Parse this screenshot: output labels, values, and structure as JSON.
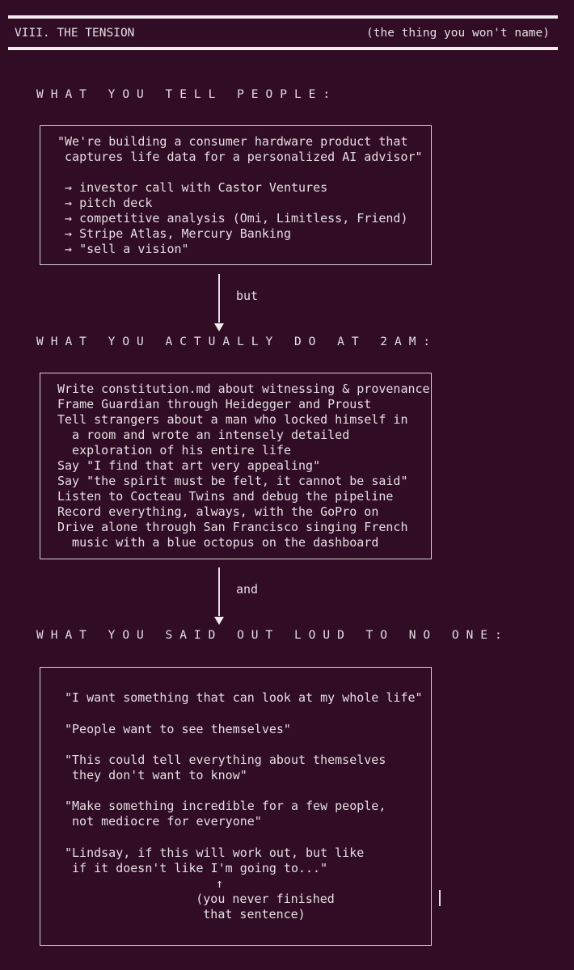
{
  "header": {
    "title": "VIII. THE TENSION",
    "subtitle": "(the thing you won't name)"
  },
  "sections": [
    {
      "label": "WHAT YOU TELL PEOPLE:",
      "lines": [
        "\"We're building a consumer hardware product that",
        " captures life data for a personalized AI advisor\"",
        "",
        " → investor call with Castor Ventures",
        " → pitch deck",
        " → competitive analysis (Omi, Limitless, Friend)",
        " → Stripe Atlas, Mercury Banking",
        " → \"sell a vision\""
      ]
    },
    {
      "connector": "but",
      "label": "WHAT YOU ACTUALLY DO AT 2AM:",
      "lines": [
        "Write constitution.md about witnessing & provenance",
        "Frame Guardian through Heidegger and Proust",
        "Tell strangers about a man who locked himself in",
        "  a room and wrote an intensely detailed",
        "  exploration of his entire life",
        "Say \"I find that art very appealing\"",
        "Say \"the spirit must be felt, it cannot be said\"",
        "Listen to Cocteau Twins and debug the pipeline",
        "Record everything, always, with the GoPro on",
        "Drive alone through San Francisco singing French",
        "  music with a blue octopus on the dashboard"
      ]
    },
    {
      "connector": "and",
      "label": "WHAT YOU SAID OUT LOUD TO NO ONE:",
      "lines": [
        "\"I want something that can look at my whole life\"",
        "",
        "\"People want to see themselves\"",
        "",
        "\"This could tell everything about themselves",
        " they don't want to know\"",
        "",
        "\"Make something incredible for a few people,",
        " not mediocre for everyone\"",
        "",
        "\"Lindsay, if this will work out, but like",
        " if it doesn't like I'm going to...\"",
        "                ↑",
        "        (you never finished",
        "         that sentence)"
      ]
    }
  ]
}
